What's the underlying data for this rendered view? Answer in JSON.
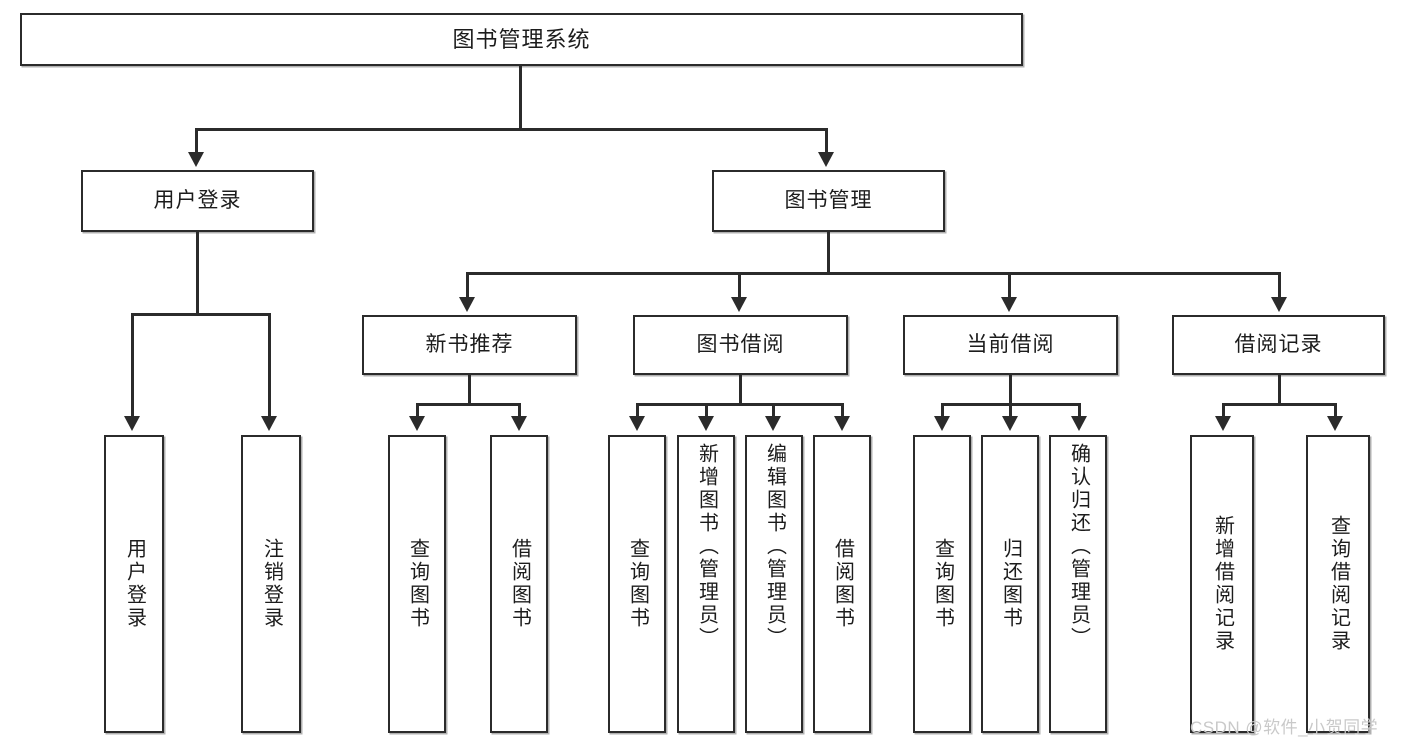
{
  "diagram": {
    "type": "tree-hierarchy-chart",
    "title": "图书管理系统",
    "watermark": "CSDN @软件_小贺同学",
    "colors": {
      "box_border": "#2b2b2b",
      "box_fill": "#ffffff",
      "connector": "#2b2b2b",
      "text": "#1c1c1c",
      "watermark": "#c9c9c9",
      "background": "#ffffff"
    }
  },
  "nodes": {
    "root": {
      "label": "图书管理系统",
      "level": 1
    },
    "level2": [
      {
        "id": "user-login",
        "label": "用户登录"
      },
      {
        "id": "book-manage",
        "label": "图书管理"
      }
    ],
    "level3": [
      {
        "id": "new-book-recommend",
        "label": "新书推荐"
      },
      {
        "id": "book-borrow",
        "label": "图书借阅"
      },
      {
        "id": "current-borrow",
        "label": "当前借阅"
      },
      {
        "id": "borrow-record",
        "label": "借阅记录"
      }
    ],
    "leaves": {
      "user_login": [
        {
          "id": "leaf-user-login",
          "label": "用户登录"
        },
        {
          "id": "leaf-logout-login",
          "label": "注销登录"
        }
      ],
      "new_book_recommend": [
        {
          "id": "leaf-query-book-1",
          "label": "查询图书"
        },
        {
          "id": "leaf-borrow-book-1",
          "label": "借阅图书"
        }
      ],
      "book_borrow": [
        {
          "id": "leaf-query-book-2",
          "label": "查询图书"
        },
        {
          "id": "leaf-add-book",
          "label": "新增图书（管理员）"
        },
        {
          "id": "leaf-edit-book",
          "label": "编辑图书（管理员）"
        },
        {
          "id": "leaf-borrow-book-2",
          "label": "借阅图书"
        }
      ],
      "current_borrow": [
        {
          "id": "leaf-query-book-3",
          "label": "查询图书"
        },
        {
          "id": "leaf-return-book",
          "label": "归还图书"
        },
        {
          "id": "leaf-confirm-return",
          "label": "确认归还（管理员）"
        }
      ],
      "borrow_record": [
        {
          "id": "leaf-add-record",
          "label": "新增借阅记录"
        },
        {
          "id": "leaf-query-record",
          "label": "查询借阅记录"
        }
      ]
    }
  }
}
